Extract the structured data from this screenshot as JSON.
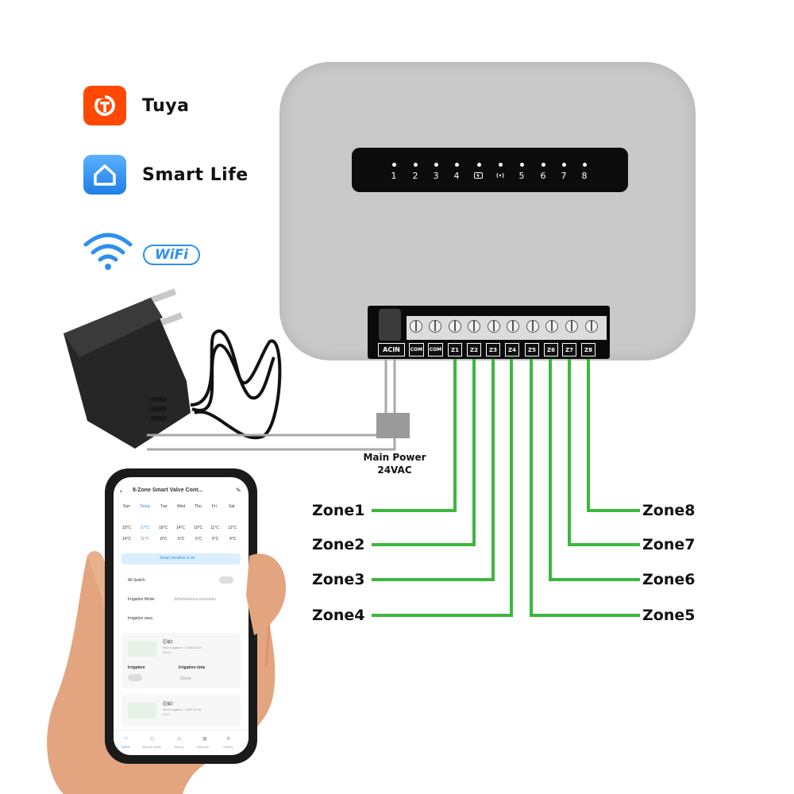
{
  "brands": [
    {
      "name": "Tuya",
      "icon": "tuya-logo-icon",
      "color": "#ff4800"
    },
    {
      "name": "Smart Life",
      "icon": "smart-life-home-icon",
      "color": "#2e8ff0"
    }
  ],
  "wifi": {
    "icon": "wifi-icon",
    "badge": "WiFi",
    "color": "#2e8ff0"
  },
  "device": {
    "leds": [
      "1",
      "2",
      "3",
      "4",
      "5",
      "6",
      "7",
      "8"
    ],
    "status_icons": [
      "battery-icon",
      "signal-icon"
    ],
    "terminals": [
      "ACIN",
      "COM",
      "COM",
      "Z1",
      "Z2",
      "Z3",
      "Z4",
      "Z5",
      "Z6",
      "Z7",
      "Z8"
    ]
  },
  "power": {
    "line1": "Main Power",
    "line2": "24VAC"
  },
  "zones_left": [
    "Zone1",
    "Zone2",
    "Zone3",
    "Zone4"
  ],
  "zones_right": [
    "Zone8",
    "Zone7",
    "Zone6",
    "Zone5"
  ],
  "wire_color": "#3cb83c",
  "phone": {
    "title": "8-Zone Smart Valve Cont...",
    "days": [
      "Sun",
      "Today",
      "Tue",
      "Wed",
      "Thu",
      "Fri",
      "Sat"
    ],
    "highs": [
      "23°C",
      "17°C",
      "18°C",
      "14°C",
      "10°C",
      "11°C",
      "12°C"
    ],
    "lows": [
      "14°C",
      "11°C",
      "8°C",
      "6°C",
      "5°C",
      "6°C",
      "4°C"
    ],
    "banner": "Smart weather is on",
    "all_switch": "All Switch",
    "irrigation_mode": "Irrigation Mode",
    "irrigation_mode_value": "Simultaneous execution",
    "irrigation_area": "Irrigation area",
    "zone1_name": "区域1",
    "zone1_next": "Next irrigation : 2025-02-08",
    "zone1_time": "09:13",
    "irrigation": "Irrigation",
    "irrigation_time": "Irrigation time",
    "irrigation_time_value": "01min",
    "zone2_name": "区域2",
    "zone2_next": "Next irrigation : 2025-02-08",
    "zone2_time": "09:17",
    "nav": [
      "Home",
      "Manual delay",
      "Timing",
      "Calendar",
      "Setting"
    ]
  }
}
